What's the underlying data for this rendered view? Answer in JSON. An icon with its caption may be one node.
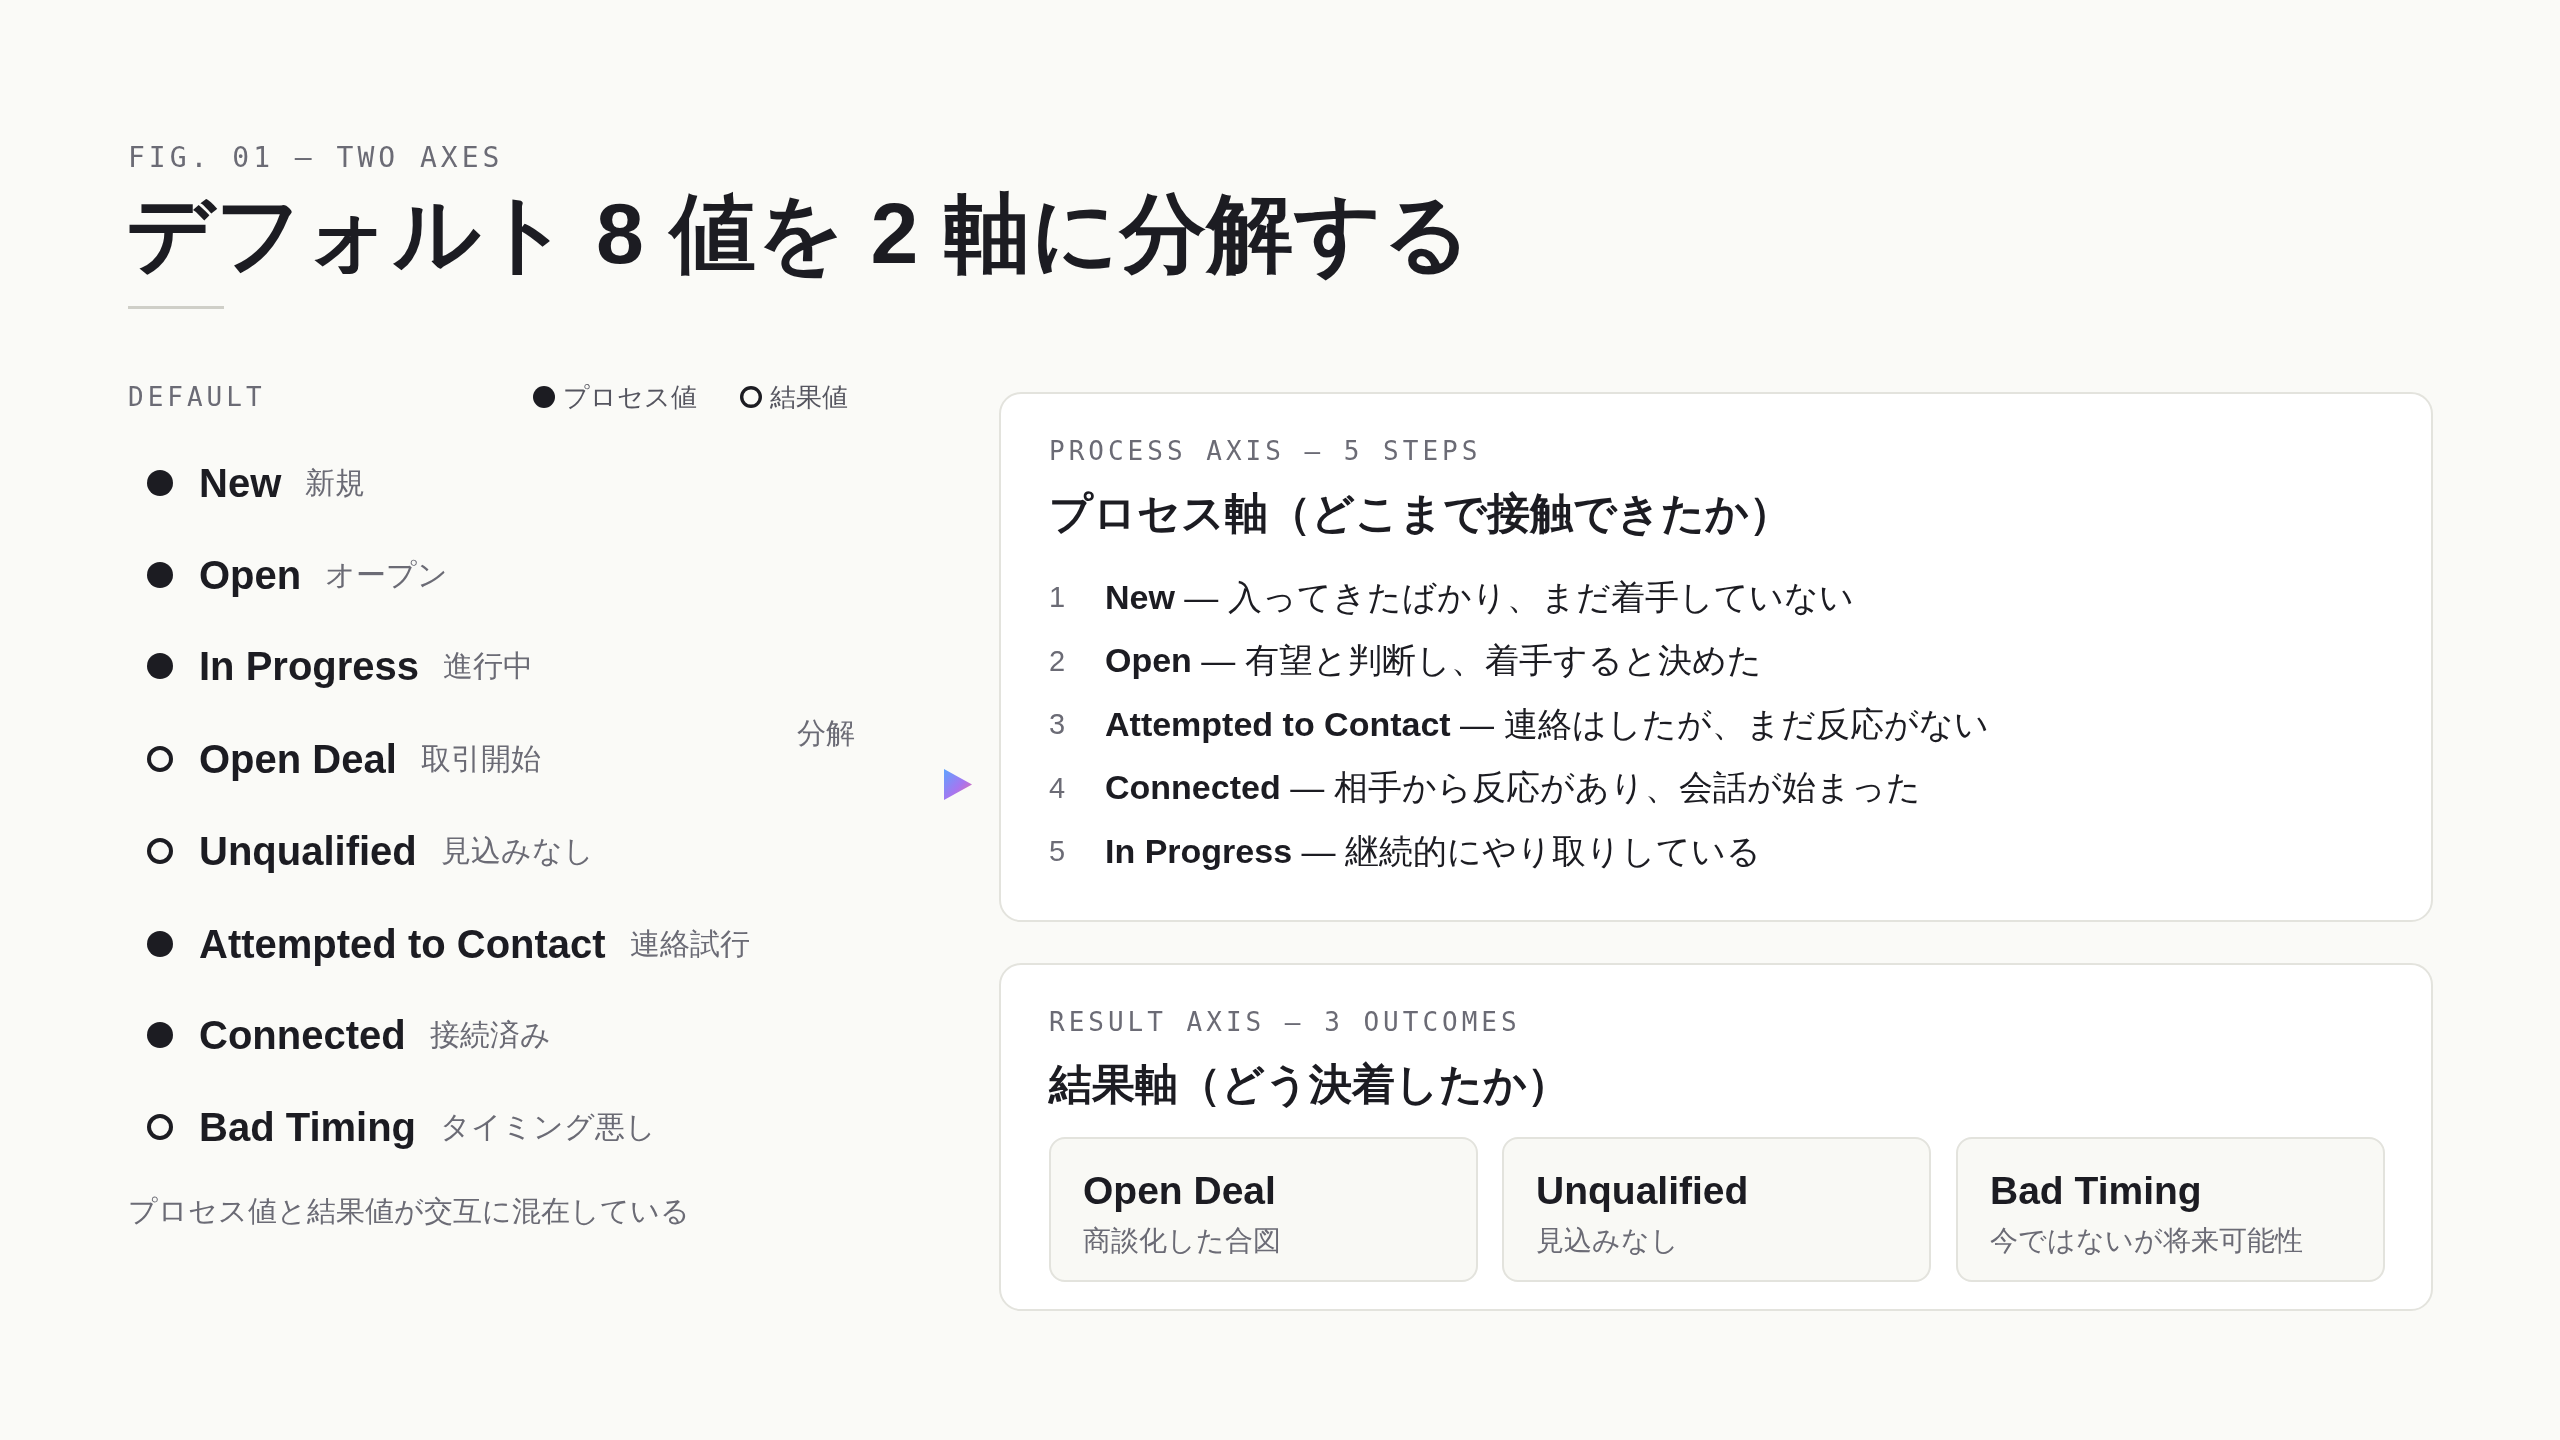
{
  "diagram": {
    "title": "デフォルト 8 値を 2 軸に分解する",
    "nodes": [
      {
        "text": [
          "PROCESS AXIS — 5 STEPS",
          "プロセス軸（どこまで接触できたか）",
          "1",
          "**New** — 入ってきたばかり、まだ着手していない",
          "2",
          "**Open** — 有望と判断し、着手すると決めた",
          "3",
          "**Attempted to Contact** — 連絡はしたが、まだ反応がない",
          "4",
          "**Connected** — 相手から反応があり、会話が始まった",
          "5",
          "**In Progress** — 継続的にやり取りしている"
        ]
      },
      {
        "text": [
          "RESULT AXIS — 3 OUTCOMES",
          "結果軸（どう決着したか）"
        ]
      },
      {
        "text": [
          "Open Deal",
          "商談化した合図"
        ],
        "in": 1
      },
      {
        "text": [
          "Unqualified",
          "見込みなし"
        ],
        "in": 1
      },
      {
        "text": [
          "Bad Timing",
          "今ではないが将来可能性"
        ],
        "in": 1
      }
    ],
    "labels": [
      "FIG. 01 — TWO AXES",
      "DEFAULT",
      "New",
      "新規",
      "Open",
      "オープン",
      "In Progress",
      "進行中",
      "Open Deal",
      "取引開始",
      "Unqualified",
      "見込みなし",
      "Attempted to Contact",
      "連絡試行",
      "Connected",
      "接続済み",
      "Bad Timing",
      "タイミング悪し",
      "プロセス値と結果値が交互に混在している",
      "分解"
    ],
    "legend": [
      {
        "text": "プロセス値"
      },
      {
        "text": "結果値"
      }
    ]
  }
}
